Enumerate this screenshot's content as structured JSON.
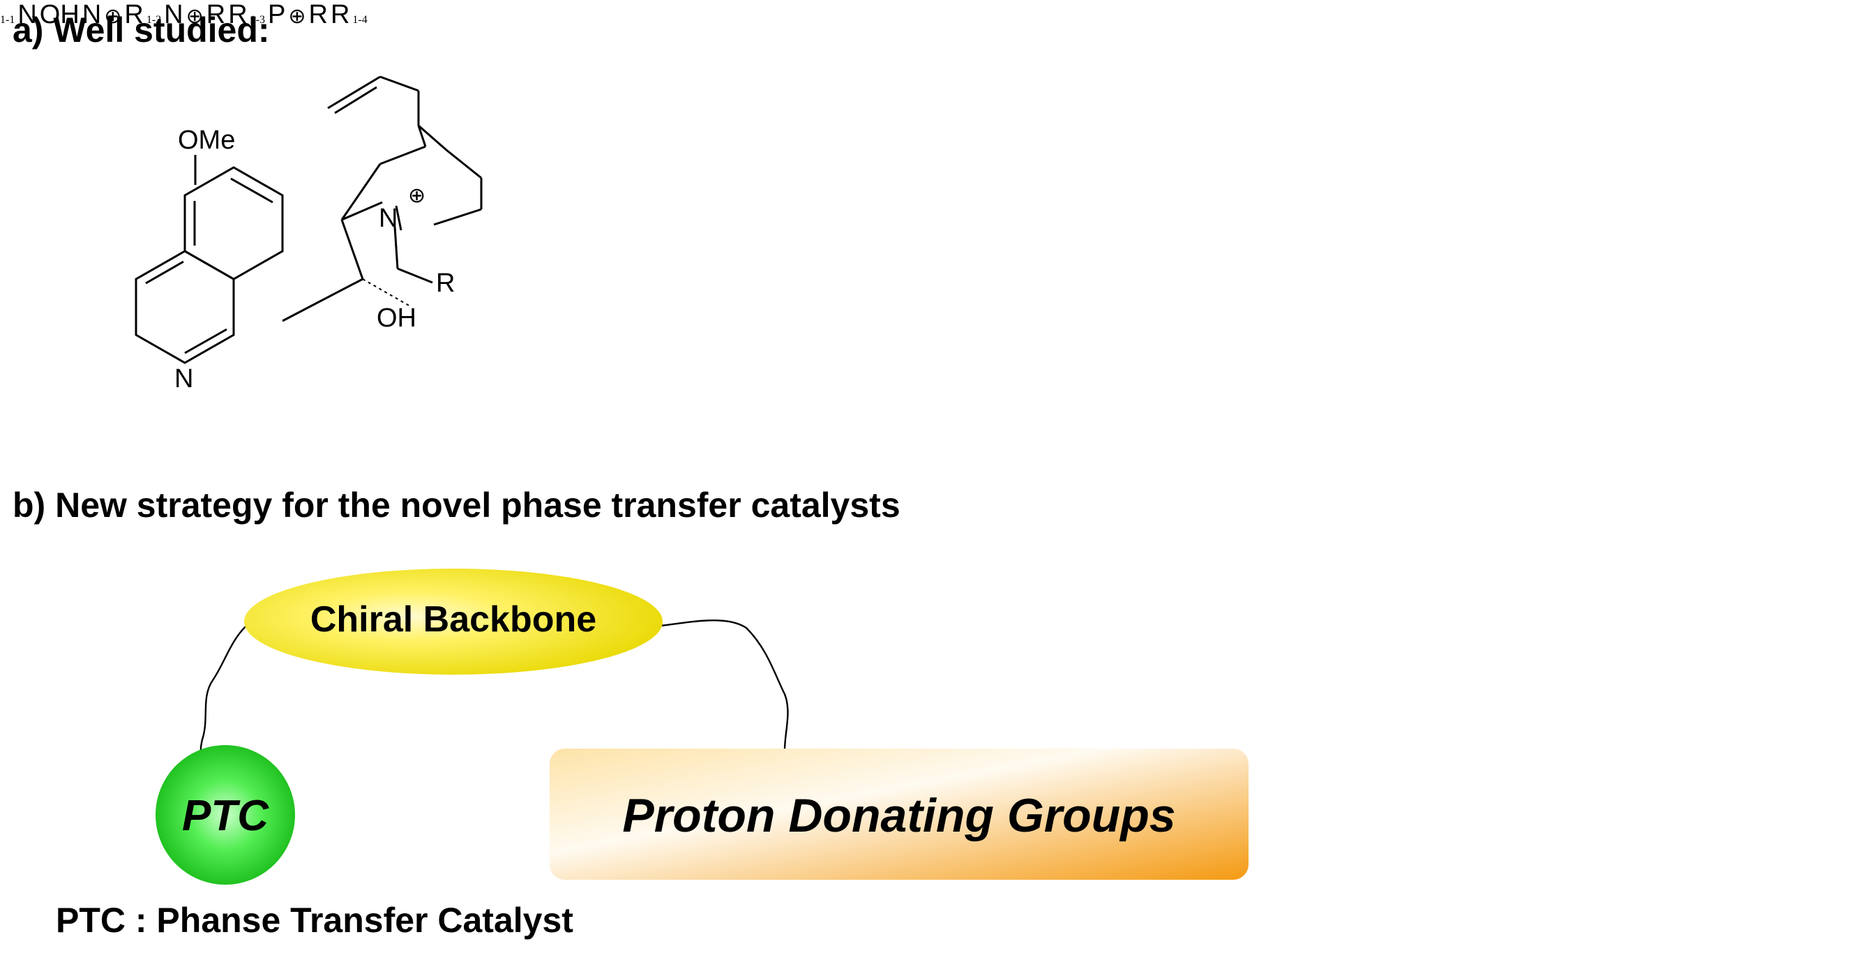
{
  "section_a": {
    "title": "a) Well studied:",
    "compounds": [
      {
        "label": "1-1",
        "atoms": {
          "substituent": "OMe",
          "amine": "N",
          "charge": "⊕",
          "hydroxyl": "OH",
          "ring_n": "N",
          "r_group": "R"
        }
      },
      {
        "label": "1-2",
        "atoms": {
          "hydroxyl": "OH",
          "ring_n": "N",
          "amine": "N",
          "charge": "⊕",
          "r_group": "R"
        }
      },
      {
        "label": "1-3",
        "atoms": {
          "center": "N",
          "charge": "⊕",
          "r1": "R",
          "r2": "R"
        }
      },
      {
        "label": "1-4",
        "atoms": {
          "center": "P",
          "charge": "⊕",
          "r1": "R",
          "r2": "R"
        }
      }
    ]
  },
  "section_b": {
    "title": "b) New strategy for the novel phase transfer catalysts",
    "nodes": {
      "backbone": {
        "label": "Chiral Backbone",
        "color": "#f5ea00"
      },
      "ptc": {
        "label": "PTC",
        "color": "#22dd22"
      },
      "proton": {
        "label": "Proton Donating Groups",
        "color": "#f7a315"
      }
    },
    "footnote": "PTC : Phanse Transfer Catalyst"
  }
}
